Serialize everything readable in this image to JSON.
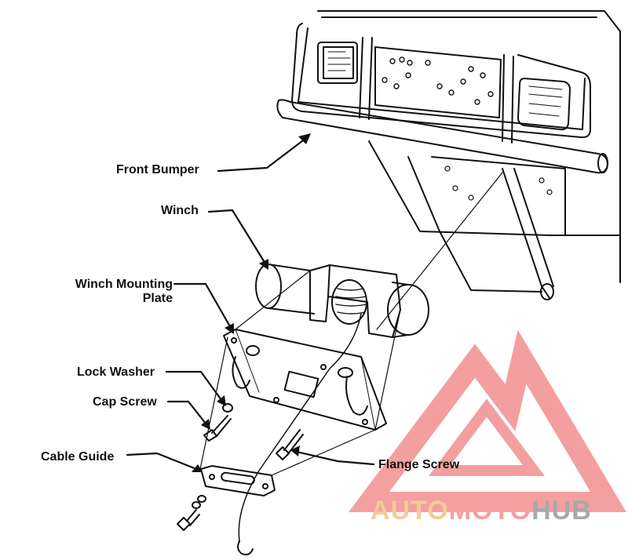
{
  "labels": {
    "front_bumper": "Front Bumper",
    "winch": "Winch",
    "winch_mounting_plate_line1": "Winch Mounting",
    "winch_mounting_plate_line2": "Plate",
    "lock_washer": "Lock Washer",
    "cap_screw": "Cap Screw",
    "cable_guide": "Cable Guide",
    "flange_screw": "Flange Screw"
  },
  "watermark": {
    "part1": "AUTO",
    "part2": "MOTO",
    "part3": "HUB",
    "colors": {
      "auto": "#f6c99a",
      "moto": "#f4a0a0",
      "hub": "#a9a9a9",
      "logo": "#f08080"
    }
  }
}
